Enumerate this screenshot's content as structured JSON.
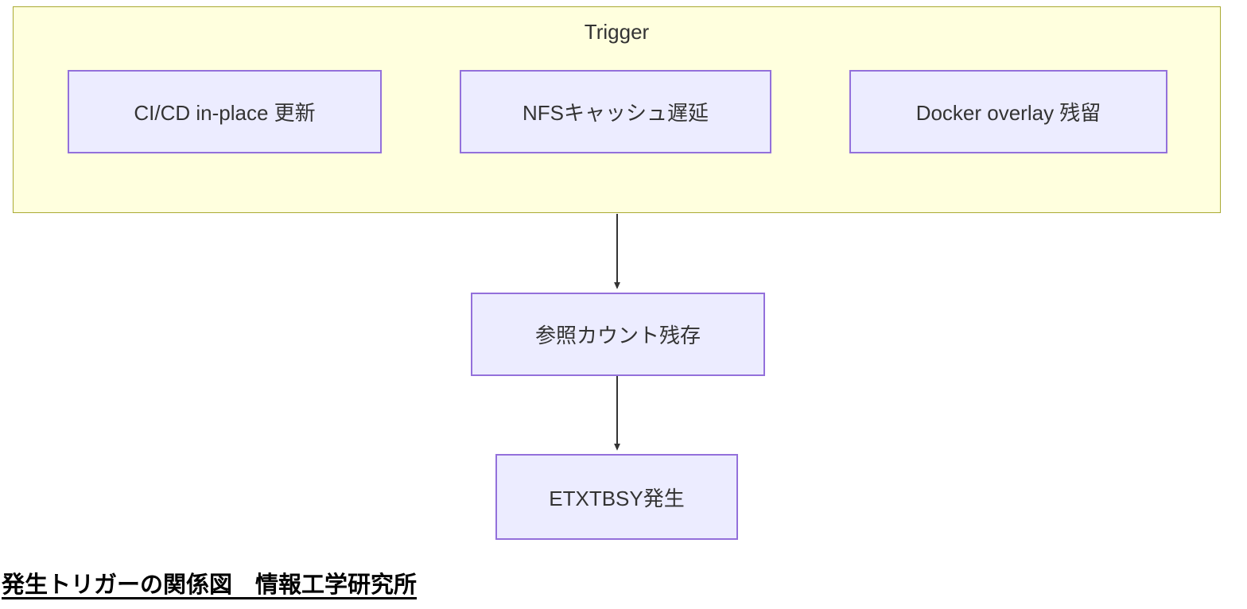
{
  "diagram": {
    "cluster": {
      "title": "Trigger"
    },
    "trigger_nodes": [
      {
        "id": "cicd",
        "label": "CI/CD in-place 更新"
      },
      {
        "id": "nfs",
        "label": "NFSキャッシュ遅延"
      },
      {
        "id": "docker",
        "label": "Docker overlay 残留"
      }
    ],
    "flow_nodes": [
      {
        "id": "refcount",
        "label": "参照カウント残存"
      },
      {
        "id": "etxtbsy",
        "label": "ETXTBSY発生"
      }
    ],
    "edges": [
      {
        "from": "Trigger-cluster",
        "to": "参照カウント残存"
      },
      {
        "from": "参照カウント残存",
        "to": "ETXTBSY発生"
      }
    ],
    "caption": "発生トリガーの関係図　情報工学研究所",
    "colors": {
      "cluster_fill": "#ffffde",
      "cluster_border": "#aaaa33",
      "node_fill": "#ececff",
      "node_border": "#9370db",
      "text": "#333333",
      "edge": "#333333",
      "caption_text": "#000000"
    }
  }
}
